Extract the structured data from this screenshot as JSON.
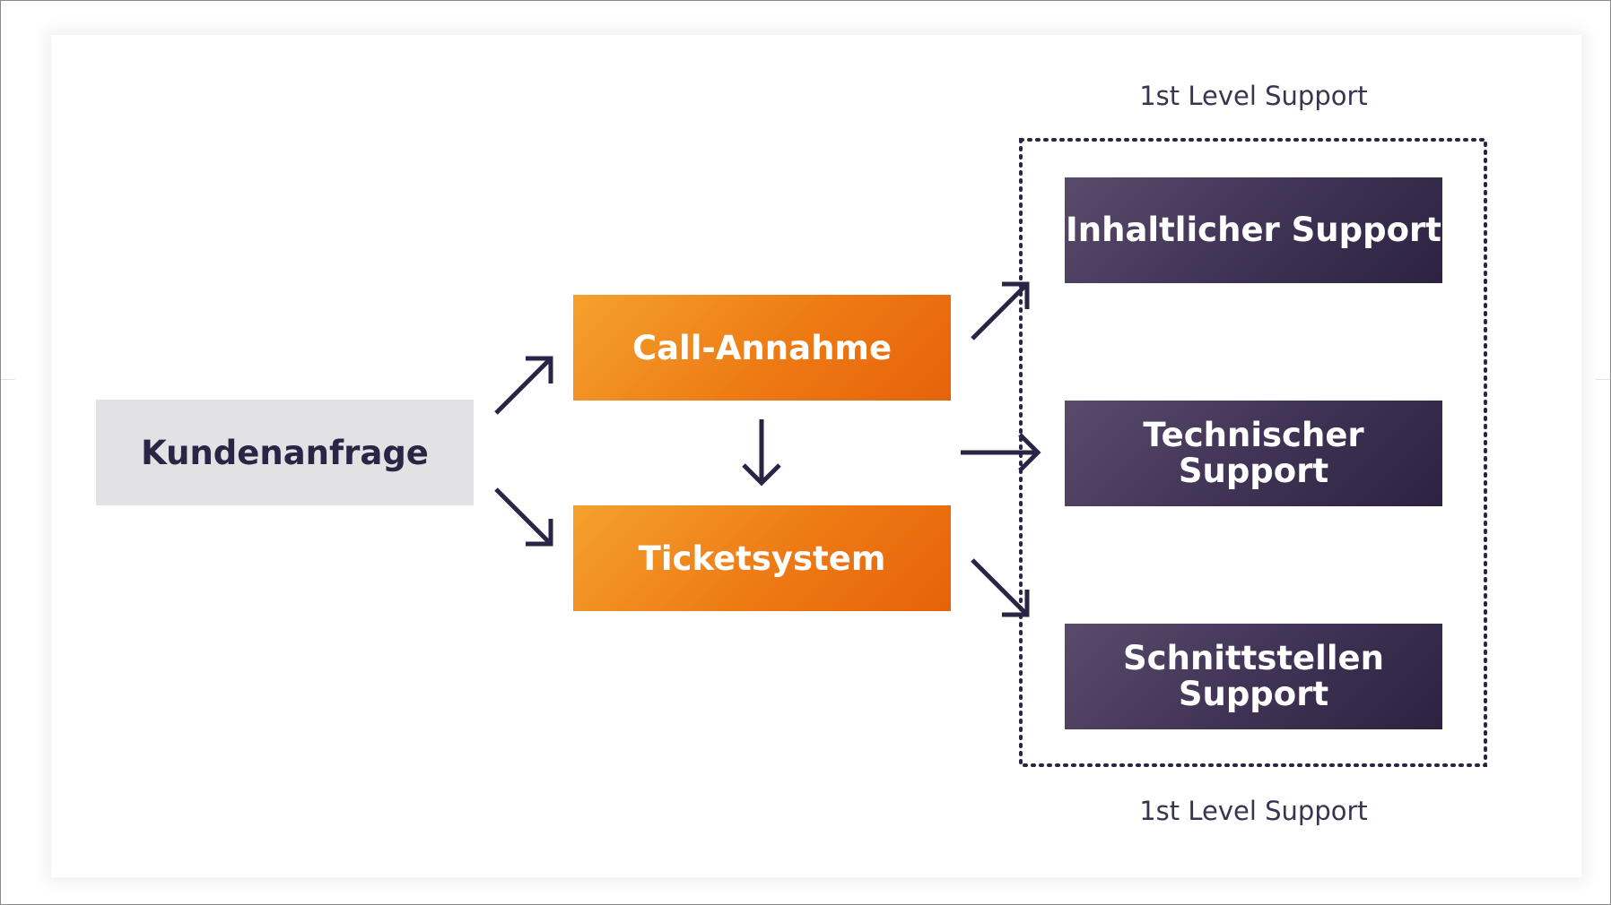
{
  "diagram": {
    "nodes": {
      "kundenanfrage": "Kundenanfrage",
      "call_annahme": "Call-Annahme",
      "ticketsystem": "Ticketsystem",
      "inhaltlicher_support": "Inhaltlicher Support",
      "technischer_support": "Technischer Support",
      "schnittstellen_support_line1": "Schnittstellen",
      "schnittstellen_support_line2": "Support"
    },
    "group": {
      "label_top": "1st Level Support",
      "label_bottom": "1st Level Support"
    },
    "edges": [
      {
        "from": "Kundenanfrage",
        "to": "Call-Annahme"
      },
      {
        "from": "Kundenanfrage",
        "to": "Ticketsystem"
      },
      {
        "from": "Call-Annahme",
        "to": "Ticketsystem"
      },
      {
        "from": "Call-Annahme",
        "to": "Inhaltlicher Support"
      },
      {
        "from": "Ticketsystem",
        "to": "Technischer Support"
      },
      {
        "from": "Ticketsystem",
        "to": "Schnittstellen Support"
      }
    ],
    "colors": {
      "neutral_box": "#e2e2e4",
      "orange_start": "#f4a12e",
      "orange_end": "#e6620a",
      "purple_start": "#5a4b6b",
      "purple_end": "#2c2240",
      "arrow": "#2b2545"
    }
  }
}
